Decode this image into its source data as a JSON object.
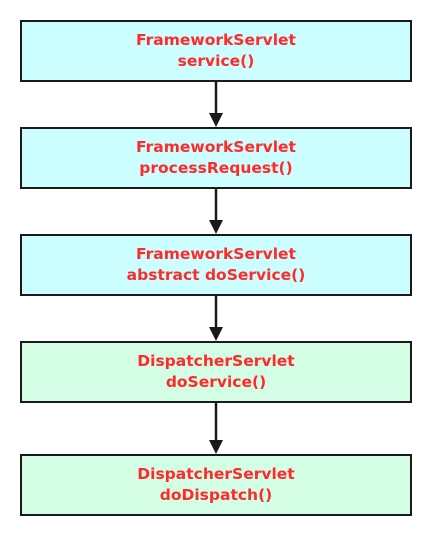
{
  "nodes": [
    {
      "title": "FrameworkServlet",
      "method": "service()",
      "fill": "#ccfdff"
    },
    {
      "title": "FrameworkServlet",
      "method": "processRequest()",
      "fill": "#ccfdff"
    },
    {
      "title": "FrameworkServlet",
      "method": "abstract doService()",
      "fill": "#ccfdff"
    },
    {
      "title": "DispatcherServlet",
      "method": "doService()",
      "fill": "#d3fde5"
    },
    {
      "title": "DispatcherServlet",
      "method": "doDispatch()",
      "fill": "#d3fde5"
    }
  ],
  "colors": {
    "text": "#ff2b2b",
    "border": "#1a1a1a",
    "arrow": "#1a1a1a"
  }
}
